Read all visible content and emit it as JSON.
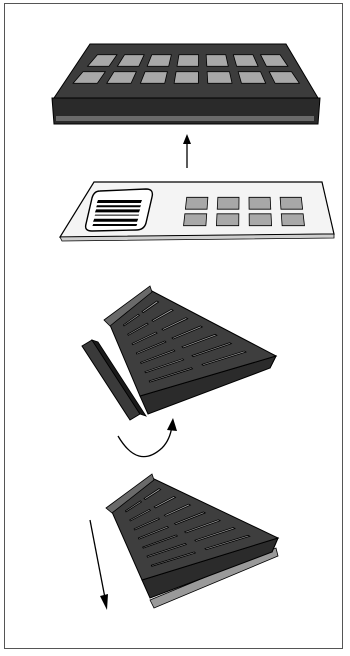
{
  "figure": {
    "panels": [
      {
        "id": "tray-top-view",
        "cells_per_row": 7,
        "rows": 2
      },
      {
        "id": "barcode-card",
        "cells_per_row": 4,
        "rows": 2
      },
      {
        "id": "tray-side-cover-removal",
        "cells_per_row": 5,
        "rows": 7
      },
      {
        "id": "tray-slide-out",
        "cells_per_row": 5,
        "rows": 7
      }
    ],
    "arrows": [
      "up-arrow",
      "rotate-arrow",
      "down-arrow"
    ],
    "colors": {
      "tray_body": "#3c3c3c",
      "tray_dark": "#1e1e1e",
      "cell_fill": "#a8a8a8",
      "card_fill": "#f2f2f2",
      "outline": "#000000"
    }
  }
}
